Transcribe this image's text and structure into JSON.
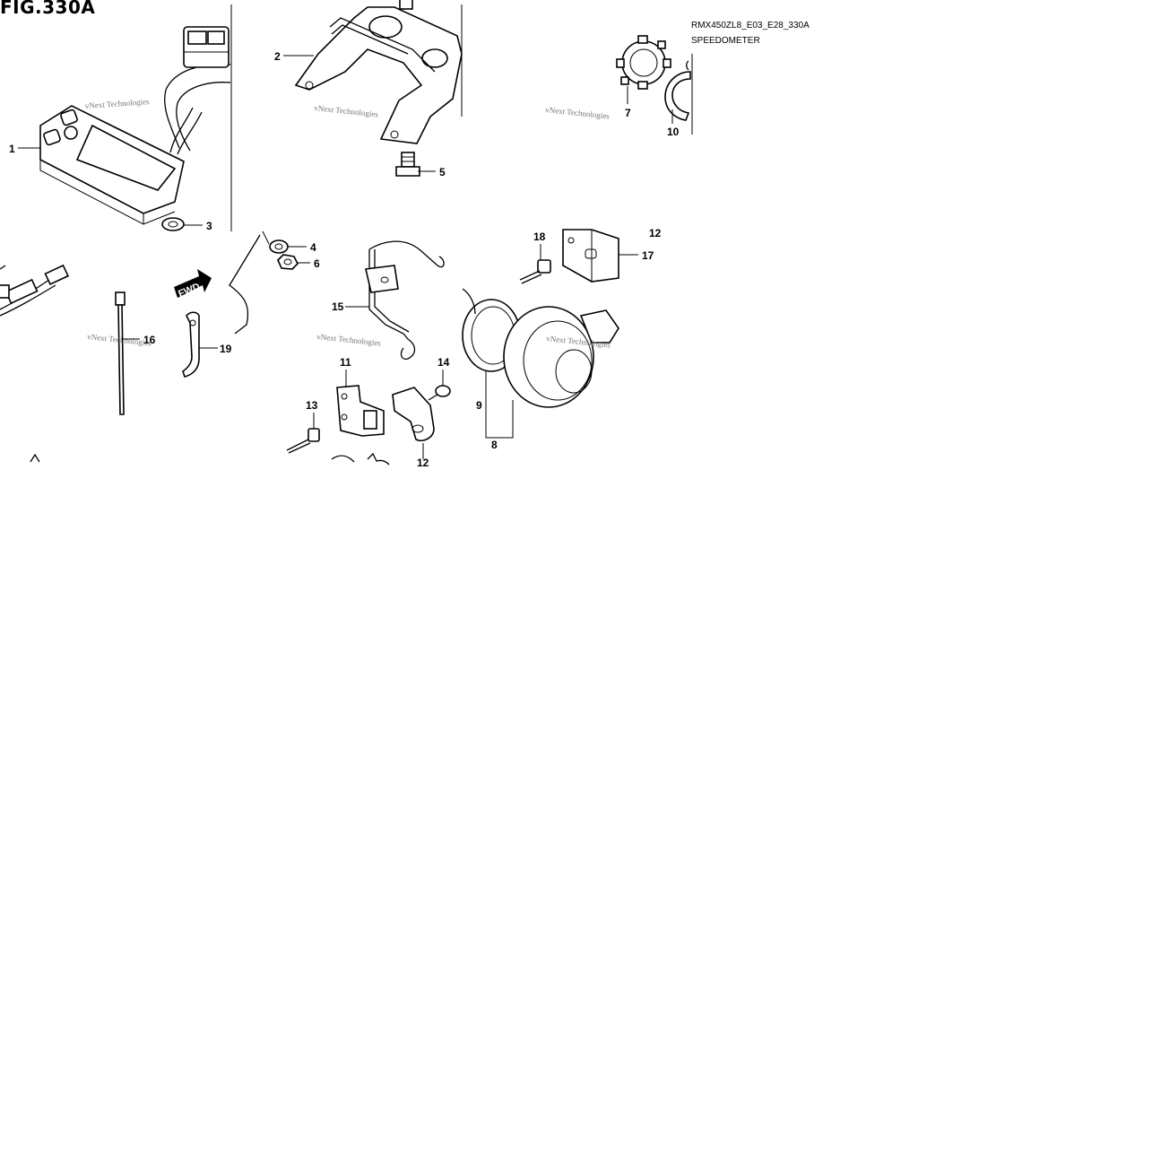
{
  "figure": {
    "title": "FIG.330A",
    "model_code": "RMX450ZL8_E03_E28_330A",
    "section": "SPEEDOMETER",
    "fwd_label": "FWD",
    "watermark": "vNext Technologies"
  },
  "callouts": [
    "1",
    "2",
    "3",
    "4",
    "5",
    "6",
    "7",
    "8",
    "9",
    "10",
    "11",
    "12",
    "13",
    "14",
    "15",
    "16",
    "17",
    "18",
    "19"
  ]
}
